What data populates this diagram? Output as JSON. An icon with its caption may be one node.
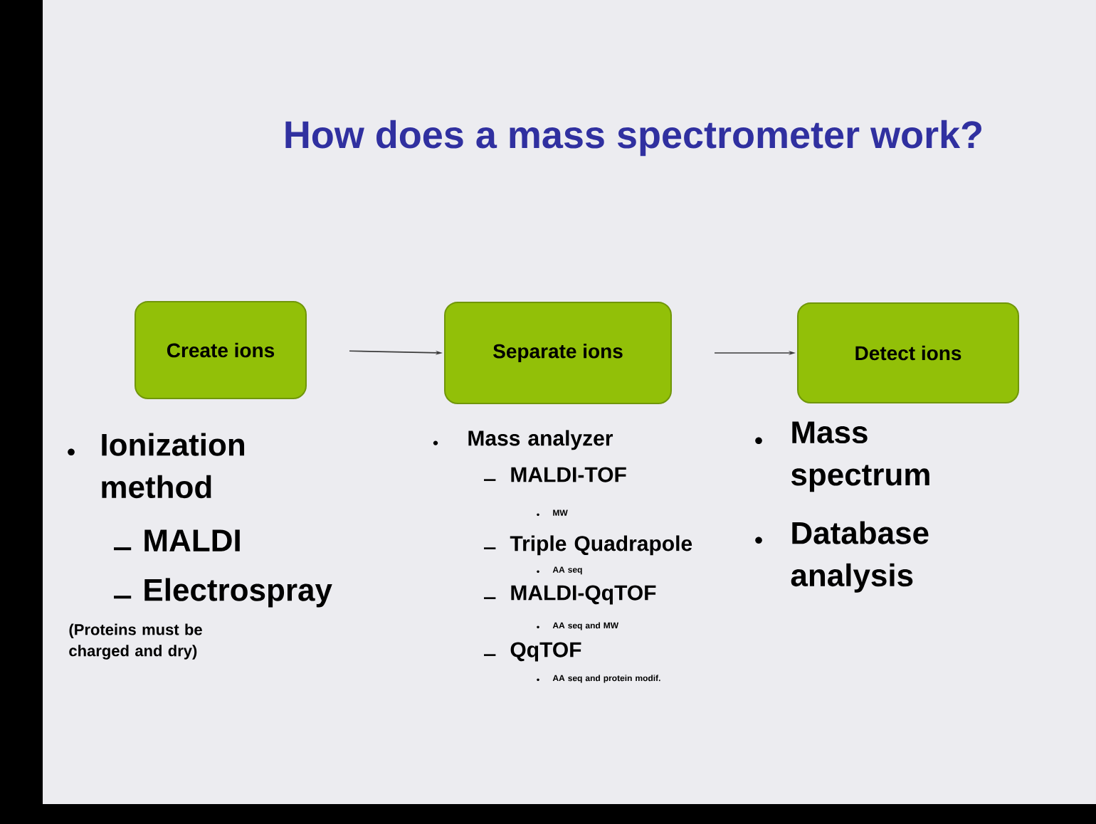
{
  "diagram": {
    "title": "How does a mass spectrometer work?",
    "nodes": [
      {
        "text": [
          "Create ions"
        ]
      },
      {
        "text": [
          "Separate ions"
        ]
      },
      {
        "text": [
          "Detect ions"
        ]
      }
    ],
    "edges": [
      {
        "from": 0,
        "to": 1,
        "arrow": "to"
      },
      {
        "from": 1,
        "to": 2,
        "arrow": "to"
      }
    ],
    "labels": [
      "Ionization method",
      "MALDI",
      "Electrospray",
      "(Proteins must be charged and dry)",
      "Mass analyzer",
      "MALDI-TOF",
      "MW",
      "Triple Quadrapole",
      "AA seq",
      "MALDI-QqTOF",
      "AA seq and MW",
      "QqTOF",
      "AA seq and protein modif.",
      "Mass spectrum",
      "Database analysis"
    ]
  }
}
